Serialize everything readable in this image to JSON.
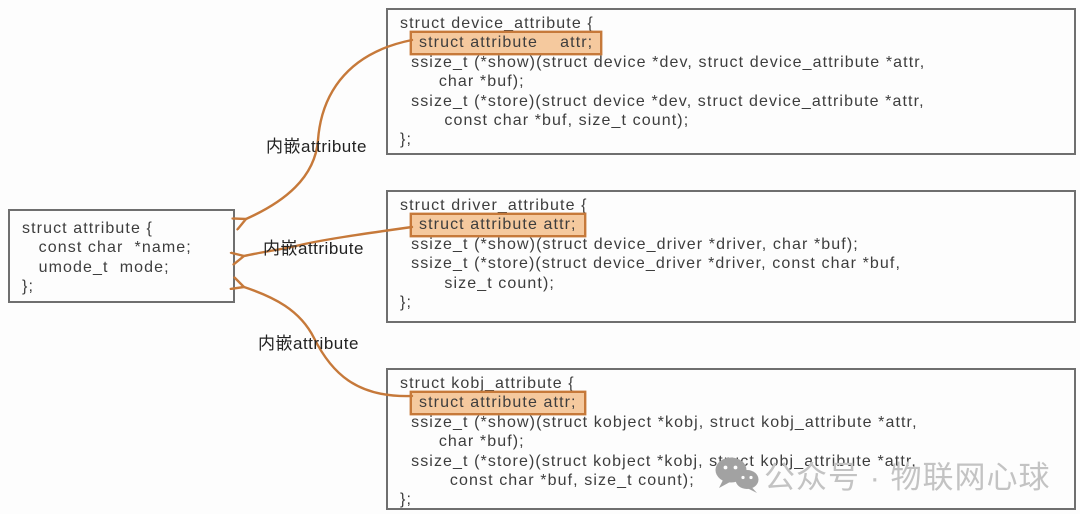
{
  "diagram": {
    "attribute_box": {
      "lines": [
        "struct attribute {",
        "   const char  *name;",
        "   umode_t  mode;",
        "};"
      ]
    },
    "struct_boxes": [
      {
        "id": "device_attribute",
        "lines": [
          "struct device_attribute {",
          "struct attribute    attr;",
          "  ssize_t (*show)(struct device *dev, struct device_attribute *attr,",
          "       char *buf);",
          "  ssize_t (*store)(struct device *dev, struct device_attribute *attr,",
          "        const char *buf, size_t count);",
          "};"
        ]
      },
      {
        "id": "driver_attribute",
        "lines": [
          "struct driver_attribute {",
          "struct attribute attr;",
          "  ssize_t (*show)(struct device_driver *driver, char *buf);",
          "  ssize_t (*store)(struct device_driver *driver, const char *buf,",
          "        size_t count);",
          "};"
        ]
      },
      {
        "id": "kobj_attribute",
        "lines": [
          "struct kobj_attribute {",
          "struct attribute attr;",
          "  ssize_t (*show)(struct kobject *kobj, struct kobj_attribute *attr,",
          "       char *buf);",
          "  ssize_t (*store)(struct kobject *kobj, struct kobj_attribute *attr,",
          "         const char *buf, size_t count);",
          "};"
        ]
      }
    ],
    "arrow_labels": [
      "内嵌attribute",
      "内嵌attribute",
      "内嵌attribute"
    ],
    "colors": {
      "highlight_fill": "#f5c99e",
      "highlight_border": "#c6793a",
      "arrow": "#c6793a",
      "box_border": "#6f6f6f",
      "code_text": "#3d3d3d",
      "watermark_text": "#c3c3c3",
      "watermark_icon": "#a2a2a2"
    }
  },
  "watermark": {
    "icon": "wechat-icon",
    "text": "公众号 · 物联网心球"
  }
}
